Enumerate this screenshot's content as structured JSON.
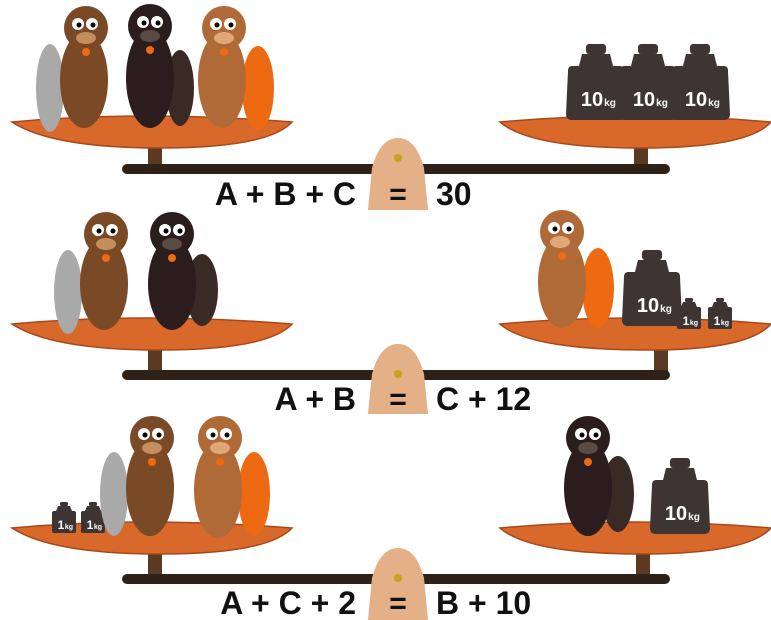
{
  "colors": {
    "tray": "#d9692a",
    "tray_edge": "#a8481a",
    "beam": "#2e2218",
    "post": "#5a3a22",
    "fulcrum": "#e3b088",
    "fulcrum_pin": "#c9a020",
    "weight": "#3f3434",
    "beaver_a": "#7a4a26",
    "beaver_b": "#2b1d1d",
    "beaver_c": "#b06a38",
    "tail_grey": "#a9a9a9",
    "tail_orange": "#ee6a12"
  },
  "scales": [
    {
      "id": "scale-1",
      "left_beavers": [
        "beaver-a",
        "beaver-b",
        "beaver-c"
      ],
      "right_weights": [
        {
          "value": "10",
          "unit": "kg"
        },
        {
          "value": "10",
          "unit": "kg"
        },
        {
          "value": "10",
          "unit": "kg"
        }
      ],
      "left_weights": [],
      "right_beavers": [],
      "equation": {
        "left": "A + B + C",
        "sign": "=",
        "right": "30"
      }
    },
    {
      "id": "scale-2",
      "left_beavers": [
        "beaver-a",
        "beaver-b"
      ],
      "right_beavers": [
        "beaver-c"
      ],
      "right_weights": [
        {
          "value": "10",
          "unit": "kg"
        },
        {
          "value": "1",
          "unit": "kg"
        },
        {
          "value": "1",
          "unit": "kg"
        }
      ],
      "left_weights": [],
      "equation": {
        "left": "A + B",
        "sign": "=",
        "right": "C + 12"
      }
    },
    {
      "id": "scale-3",
      "left_weights": [
        {
          "value": "1",
          "unit": "kg"
        },
        {
          "value": "1",
          "unit": "kg"
        }
      ],
      "left_beavers": [
        "beaver-a",
        "beaver-c"
      ],
      "right_beavers": [
        "beaver-b"
      ],
      "right_weights": [
        {
          "value": "10",
          "unit": "kg"
        }
      ],
      "equation": {
        "left": "A + C + 2",
        "sign": "=",
        "right": "B + 10"
      }
    }
  ]
}
